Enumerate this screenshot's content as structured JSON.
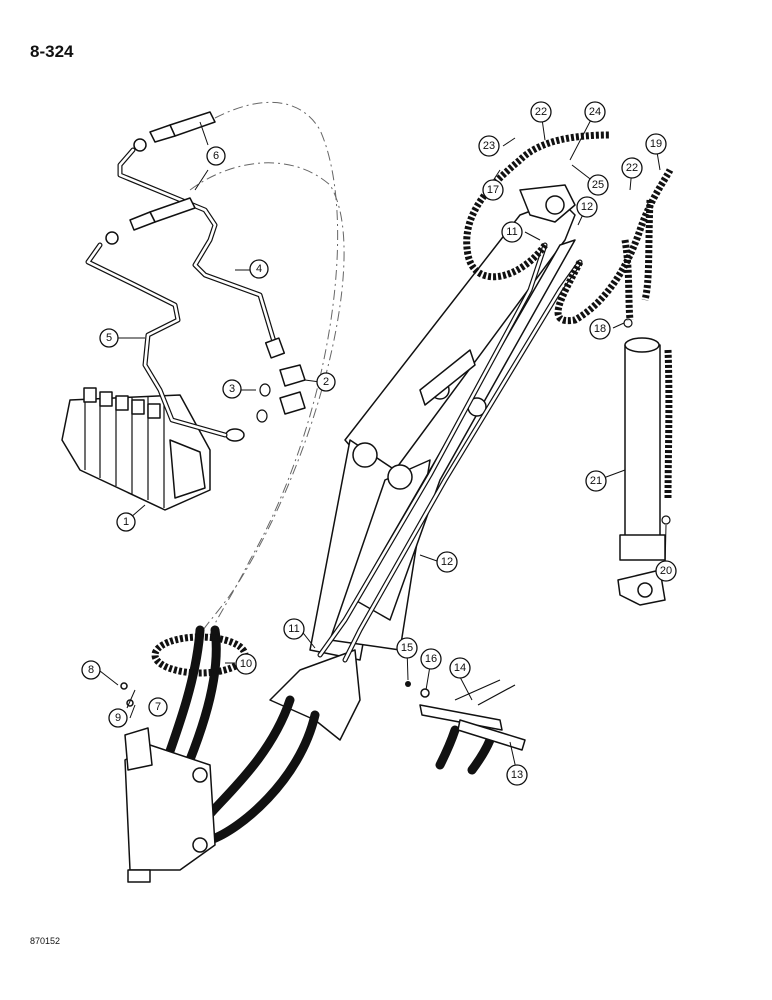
{
  "page": {
    "number": "8-324",
    "reference": "870152"
  },
  "callouts": [
    {
      "id": "c1",
      "label": "1"
    },
    {
      "id": "c2",
      "label": "2"
    },
    {
      "id": "c3",
      "label": "3"
    },
    {
      "id": "c4",
      "label": "4"
    },
    {
      "id": "c5",
      "label": "5"
    },
    {
      "id": "c6",
      "label": "6"
    },
    {
      "id": "c7",
      "label": "7"
    },
    {
      "id": "c8",
      "label": "8"
    },
    {
      "id": "c9",
      "label": "9"
    },
    {
      "id": "c10",
      "label": "10"
    },
    {
      "id": "c11a",
      "label": "11"
    },
    {
      "id": "c11b",
      "label": "11"
    },
    {
      "id": "c12a",
      "label": "12"
    },
    {
      "id": "c12b",
      "label": "12"
    },
    {
      "id": "c13",
      "label": "13"
    },
    {
      "id": "c14",
      "label": "14"
    },
    {
      "id": "c15",
      "label": "15"
    },
    {
      "id": "c16",
      "label": "16"
    },
    {
      "id": "c17",
      "label": "17"
    },
    {
      "id": "c18",
      "label": "18"
    },
    {
      "id": "c19",
      "label": "19"
    },
    {
      "id": "c20",
      "label": "20"
    },
    {
      "id": "c21",
      "label": "21"
    },
    {
      "id": "c22a",
      "label": "22"
    },
    {
      "id": "c22b",
      "label": "22"
    },
    {
      "id": "c23",
      "label": "23"
    },
    {
      "id": "c24",
      "label": "24"
    },
    {
      "id": "c25",
      "label": "25"
    }
  ]
}
